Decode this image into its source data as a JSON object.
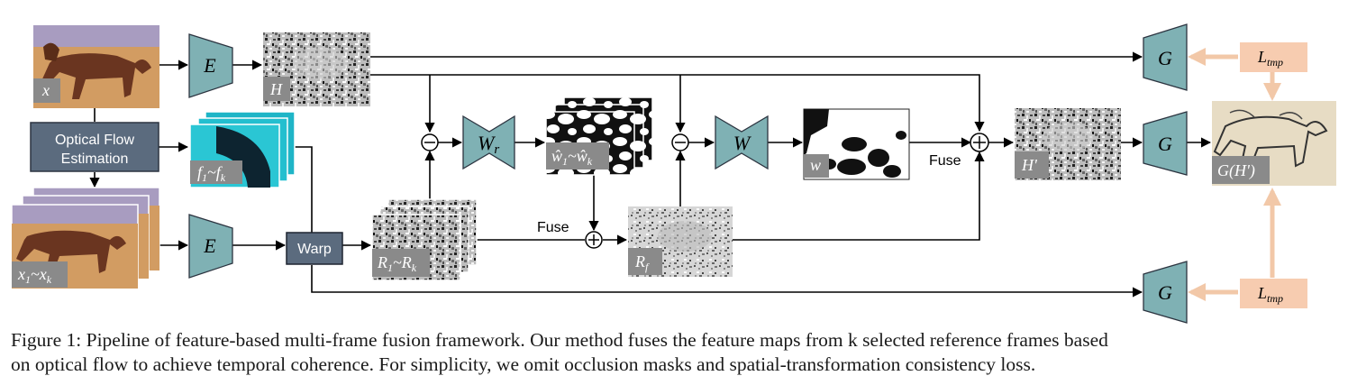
{
  "labels": {
    "x": "x",
    "x_refs": "x",
    "x_refs_sub_1": "1",
    "x_refs_tilde": "~x",
    "x_refs_sub_k": "k",
    "optical_flow": "Optical Flow",
    "estimation": "Estimation",
    "flows_f": "f",
    "flows_sub_1": "1",
    "flows_tilde": "~f",
    "flows_sub_k": "k",
    "encoder_top": "E",
    "encoder_bottom": "E",
    "H": "H",
    "warp": "Warp",
    "R": "R",
    "R_sub_1": "1",
    "R_tilde": "~R",
    "R_sub_k": "k",
    "Wr": "W",
    "Wr_sub": "r",
    "w_hat": "ŵ",
    "w_hat_sub_1": "1",
    "w_hat_tilde": "~ŵ",
    "w_hat_sub_k": "k",
    "Rf": "R",
    "Rf_sub": "f",
    "W": "W",
    "w": "w",
    "H_prime": "H'",
    "fuse_1": "Fuse",
    "fuse_2": "Fuse",
    "G_top": "G",
    "G_mid": "G",
    "G_bottom": "G",
    "Ltmp_top": "L",
    "Ltmp_top_sub": "tmp",
    "Ltmp_bottom": "L",
    "Ltmp_bottom_sub": "tmp",
    "G_H_prime": "G(H')"
  },
  "caption": {
    "line1": "Figure 1: Pipeline of feature-based multi-frame fusion framework. Our method fuses the feature maps from k selected reference frames based",
    "line2": "on optical flow to achieve temporal coherence. For simplicity, we omit occlusion masks and spatial-transformation consistency loss."
  },
  "colors": {
    "module_fill": "#7fb1b4",
    "dark_box": "#5b6b7e",
    "label_box": "#8a8a8a",
    "loss_fill": "#f7ccb0",
    "loss_arrow": "#f2c8a8",
    "flow_cyan": "#1fb5c7",
    "horse_sky": "#a89cc0",
    "horse_sand": "#d29c62",
    "horse_body": "#6a3520"
  }
}
